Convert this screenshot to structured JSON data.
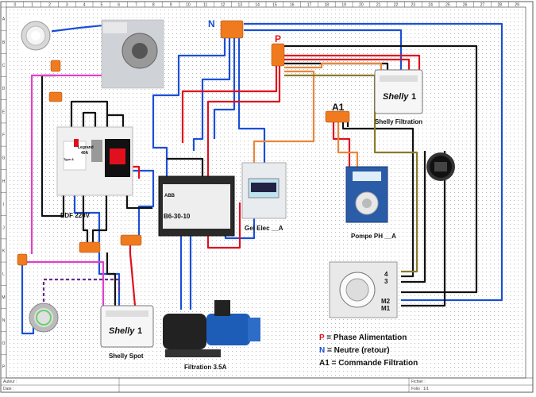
{
  "grid": {
    "columns": [
      "0",
      "1",
      "2",
      "3",
      "4",
      "5",
      "6",
      "7",
      "8",
      "9",
      "10",
      "11",
      "12",
      "13",
      "14",
      "15",
      "16",
      "17",
      "18",
      "19",
      "20",
      "21",
      "22",
      "23",
      "24",
      "25",
      "26",
      "27",
      "28",
      "29"
    ],
    "rows": [
      "A",
      "B",
      "C",
      "D",
      "E",
      "F",
      "G",
      "H",
      "I",
      "J",
      "K",
      "L",
      "M",
      "N",
      "O",
      "P"
    ]
  },
  "components": {
    "breaker_brand": "Legrand",
    "breaker_rating": "40A",
    "breaker_type": "Type A",
    "edf_label": "EDF 220V",
    "contactor_model": "B6-30-10",
    "contactor_brand": "ABB",
    "gel_elec_label": "Gel Elec __A",
    "pompe_ph_label": "Pompe PH __A",
    "shelly_filtration_label": "Shelly Filtration",
    "shelly_spot_label": "Shelly Spot",
    "filtration_label": "Filtration 3.5A",
    "shelly_logo": "Shelly",
    "shelly_logo_num": "1",
    "timer_terminals": [
      "4",
      "3",
      "M2",
      "M1"
    ],
    "node_n": "N",
    "node_p": "P",
    "node_a1": "A1"
  },
  "legend": [
    {
      "key": "P",
      "text": " = Phase Alimentation",
      "color": "#e0101e"
    },
    {
      "key": "N",
      "text": " = Neutre (retour)",
      "color": "#1a4fd6"
    },
    {
      "key": "A1",
      "text": " = Commande Filtration",
      "color": "#111111"
    }
  ],
  "title_block": {
    "auteur": "Auteur :",
    "date": "Date :",
    "fichier": "Fichier :",
    "folio": "Folio : 1/1"
  },
  "wire_colors": {
    "blue": "#1a4fd6",
    "red": "#e0101e",
    "black": "#111111",
    "magenta": "#e040c8",
    "orange": "#e9863a",
    "olive": "#8a7a2a",
    "violet": "#6a2a8a",
    "connector": "#f07a1e"
  }
}
